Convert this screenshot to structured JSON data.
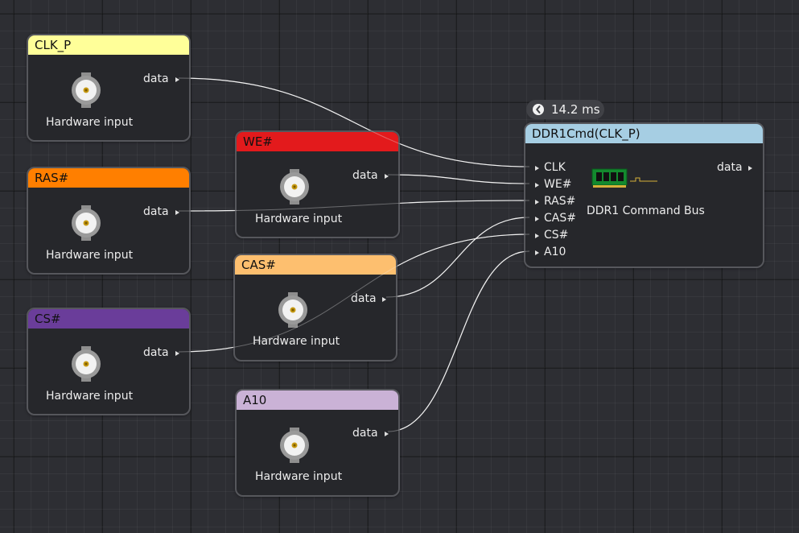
{
  "inputs": {
    "clk_p": {
      "title": "CLK_P",
      "color": "#ffff99",
      "output": "data",
      "kind": "Hardware input"
    },
    "ras": {
      "title": "RAS#",
      "color": "#ff7f00",
      "output": "data",
      "kind": "Hardware input"
    },
    "cs": {
      "title": "CS#",
      "color": "#6a3d9a",
      "output": "data",
      "kind": "Hardware input"
    },
    "we": {
      "title": "WE#",
      "color": "#e31a1c",
      "output": "data",
      "kind": "Hardware input"
    },
    "cas": {
      "title": "CAS#",
      "color": "#fdbf6f",
      "output": "data",
      "kind": "Hardware input"
    },
    "a10": {
      "title": "A10",
      "color": "#cab2d6",
      "output": "data",
      "kind": "Hardware input"
    }
  },
  "decoder": {
    "title": "DDR1Cmd(CLK_P)",
    "color": "#a6cee3",
    "inputs": [
      "CLK",
      "WE#",
      "RAS#",
      "CAS#",
      "CS#",
      "A10"
    ],
    "output": "data",
    "description": "DDR1 Command Bus",
    "timing": "14.2 ms"
  },
  "connections": [
    {
      "from": "clk_p",
      "to": "CLK"
    },
    {
      "from": "we",
      "to": "WE#"
    },
    {
      "from": "ras",
      "to": "RAS#"
    },
    {
      "from": "cas",
      "to": "CAS#"
    },
    {
      "from": "cs",
      "to": "CS#"
    },
    {
      "from": "a10",
      "to": "A10"
    }
  ]
}
